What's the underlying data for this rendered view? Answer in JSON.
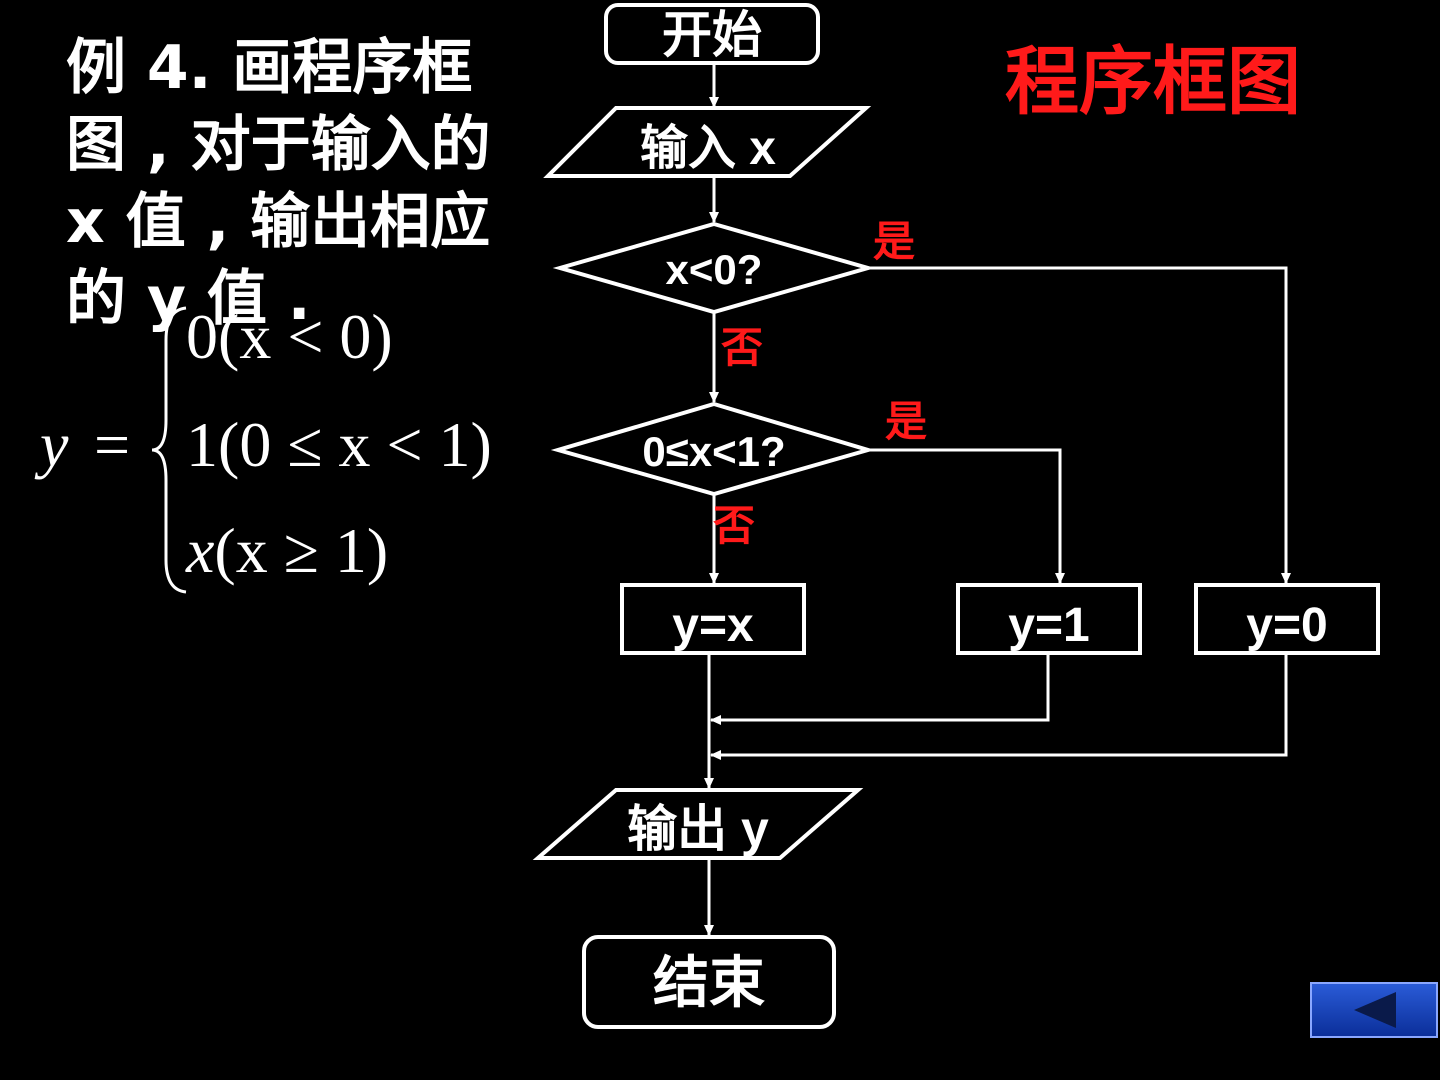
{
  "problem": {
    "line1": "例 4. 画程序框",
    "line2": "图 , 对于输入的",
    "line3": "x 值 , 输出相应",
    "line4": "的 y 值 ."
  },
  "title": "程序框图",
  "formula": {
    "lhs": "y",
    "eq": "=",
    "cases": [
      {
        "value": "0",
        "condition": "(x < 0)"
      },
      {
        "value": "1",
        "condition": "(0 ≤ x < 1)"
      },
      {
        "value": "x",
        "condition": "(x ≥ 1)"
      }
    ]
  },
  "flowchart": {
    "start": "开始",
    "input": "输入 x",
    "decision1": "x<0?",
    "decision2": "0≤x<1?",
    "yes": "是",
    "no": "否",
    "box_yx": "y=x",
    "box_y1": "y=1",
    "box_y0": "y=0",
    "output": "输出 y",
    "end": "结束"
  },
  "colors": {
    "background": "#000000",
    "text": "#ffffff",
    "accent": "#ff1a1a",
    "button": "#1040c0"
  },
  "nav": {
    "back_icon": "triangle-left-icon"
  }
}
